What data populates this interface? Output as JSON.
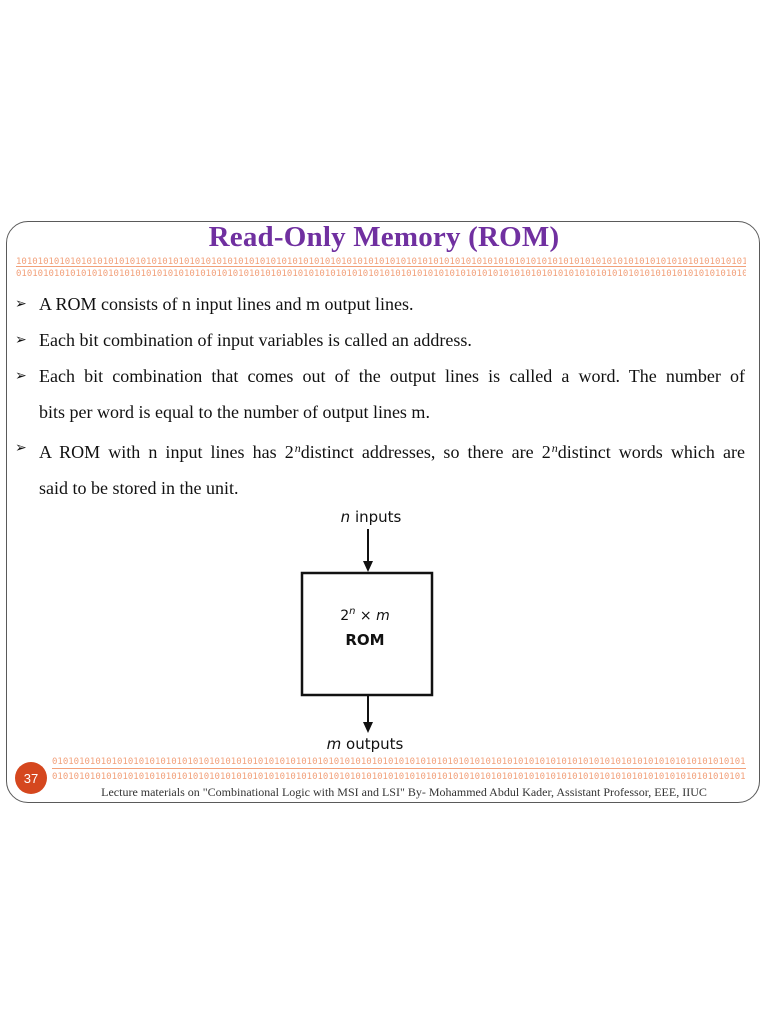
{
  "title": "Read-Only Memory (ROM)",
  "binary_top_1": "1010101010101010101010101010101010101010101010101010101010101010101010101010101010101010101010101010101010101010101010101010101010101010101010101",
  "binary_top_2": "0101010101010101010101010101010101010101010101010101010101010101010101010101010101010101010101010101010101010101010101010101010101010101010101010",
  "binary_bottom_1": "0101010101010101010101010101010101010101010101010101010101010101010101010101010101010101010101010101010101010101010101010101010101010101010",
  "binary_bottom_2": "0101010101010101010101010101010101010101010101010101010101010101010101010101010101010101010101010101010101010101010101010101010101010101010",
  "bullets": {
    "b1": "A ROM consists of n input lines and m output lines.",
    "b2": "Each bit combination of input variables is called an address.",
    "b3_line1": "Each bit combination that comes out of the output lines is called a word. The number of",
    "b3_line2": "bits per word is equal to the number of output lines m.",
    "b4_part1": "A ROM with n input lines has 2",
    "b4_sup1": "n",
    "b4_part2": "distinct addresses, so there are 2",
    "b4_sup2": "n",
    "b4_part3": "distinct words which are",
    "b4_line2": "said to be stored in the unit."
  },
  "diagram": {
    "inputs_var": "n",
    "inputs_label": " inputs",
    "box_base": "2",
    "box_exp": "n",
    "box_times": " × ",
    "box_m": "m",
    "box_label": "ROM",
    "outputs_var": "m",
    "outputs_label": " outputs"
  },
  "slide_number": "37",
  "footer": "Lecture materials on \"Combinational Logic with MSI and LSI\" By- Mohammed Abdul Kader, Assistant Professor, EEE, IIUC",
  "colors": {
    "title": "#7030a0",
    "binary": "#f2a07a",
    "badge": "#d5471e"
  }
}
